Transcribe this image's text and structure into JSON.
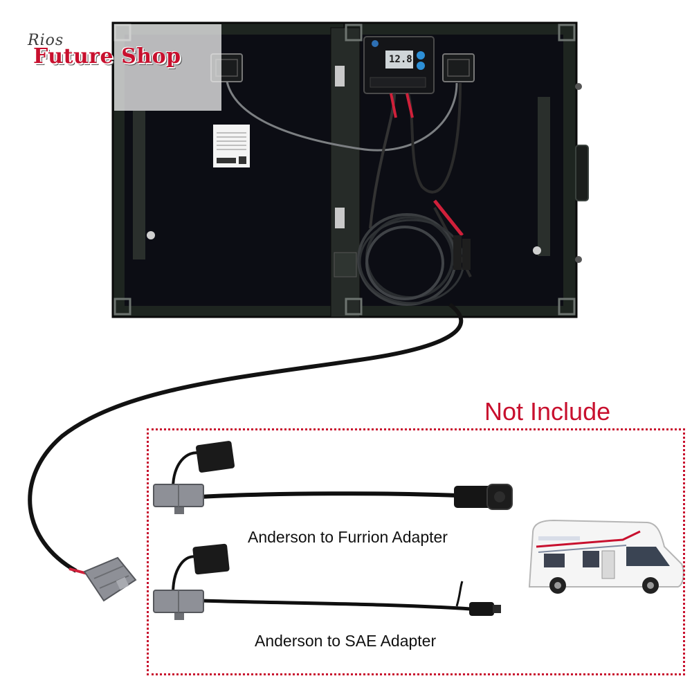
{
  "watermark": {
    "brand_small": "Rios",
    "brand_main": "Future Shop"
  },
  "charge_controller": {
    "display_value": "12.8"
  },
  "accessories": {
    "notice": "Not Include",
    "adapters": [
      {
        "label": "Anderson to Furrion Adapter"
      },
      {
        "label": "Anderson to SAE Adapter"
      }
    ]
  },
  "colors": {
    "accent_red": "#c8102e",
    "panel": "#0c0d14",
    "frame": "#1e2520",
    "connector_gray": "#8e9097"
  },
  "icons": [
    "solar-panel-icon",
    "charge-controller-icon",
    "anderson-connector-icon",
    "furrion-plug-icon",
    "sae-plug-icon",
    "rv-icon"
  ]
}
